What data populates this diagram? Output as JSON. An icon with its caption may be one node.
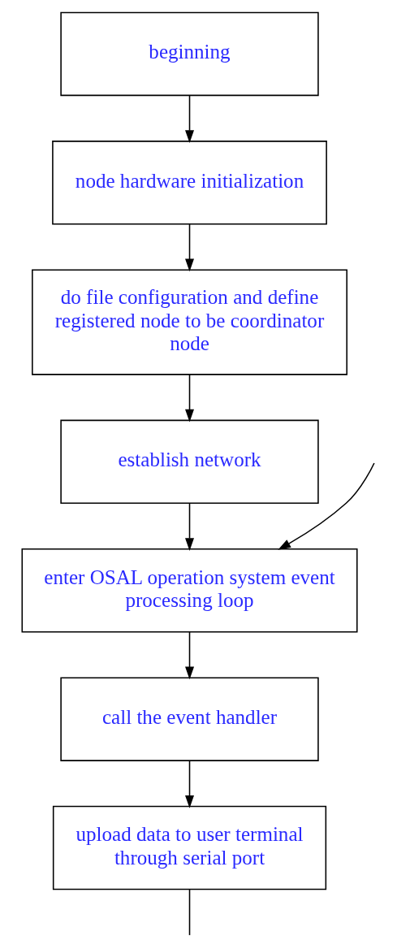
{
  "diagram": {
    "nodes": [
      {
        "text": [
          "beginning"
        ]
      },
      {
        "text": [
          "node hardware initialization"
        ]
      },
      {
        "text": [
          "do file configuration and define registered node to be coordinator node"
        ]
      },
      {
        "text": [
          "establish network"
        ]
      },
      {
        "text": [
          "enter OSAL operation system event processing loop"
        ]
      },
      {
        "text": [
          "call the event handler"
        ]
      },
      {
        "text": [
          "upload data to user terminal through serial port"
        ]
      }
    ],
    "edges": [
      {
        "from": 0,
        "to": 1,
        "arrow": "to"
      },
      {
        "from": 1,
        "to": 2,
        "arrow": "to"
      },
      {
        "from": 2,
        "to": 3,
        "arrow": "to"
      },
      {
        "from": 3,
        "to": 4,
        "arrow": "to"
      },
      {
        "from": null,
        "to": 4,
        "arrow": "to"
      },
      {
        "from": 4,
        "to": 5,
        "arrow": "to"
      },
      {
        "from": 5,
        "to": 6,
        "arrow": "to"
      },
      {
        "from": 6,
        "to": null,
        "arrow": "none"
      }
    ]
  }
}
